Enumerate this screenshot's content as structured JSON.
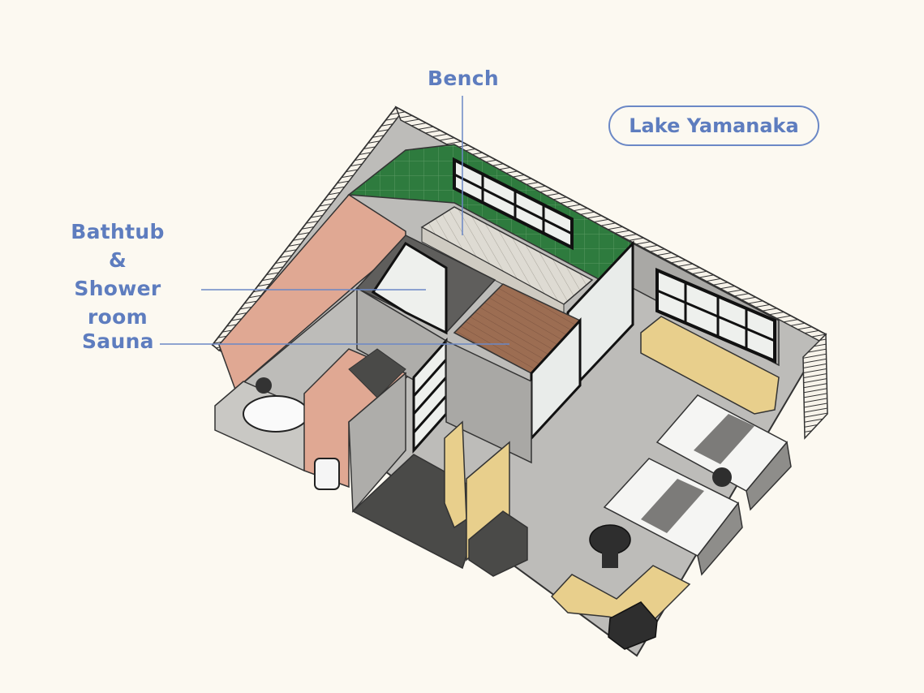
{
  "location_badge": "Lake Yamanaka",
  "labels": {
    "bench": "Bench",
    "bathtub_line1": "Bathtub",
    "bathtub_line2": "&",
    "bathtub_line3": "Shower room",
    "sauna": "Sauna"
  },
  "colors": {
    "label_blue": "#5e7dbf",
    "background": "#fcf9f1",
    "floor_gray": "#bdbcb9",
    "wall_gray": "#a9a8a5",
    "wall_green": "#2e7b3e",
    "wall_pink": "#e0a893",
    "wood_brown": "#9c6d52",
    "sofa_yellow": "#e8cf8c"
  }
}
